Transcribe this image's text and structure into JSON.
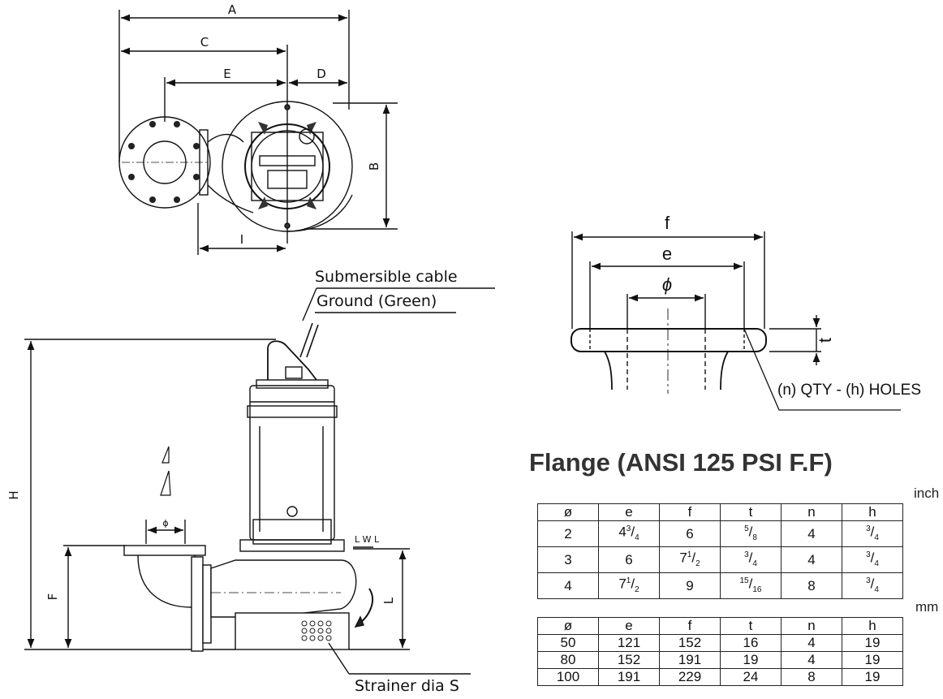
{
  "top_view": {
    "dims": {
      "a": "A",
      "b": "B",
      "c": "C",
      "d": "D",
      "e": "E",
      "i": "I"
    }
  },
  "side_view": {
    "labels": {
      "cable": "Submersible cable",
      "ground": "Ground (Green)",
      "strainer": "Strainer dia S",
      "lwl": "L W L"
    },
    "dims": {
      "h": "H",
      "f": "F",
      "l": "L",
      "phi": "ϕ"
    }
  },
  "flange_view": {
    "dims": {
      "f": "f",
      "e": "e",
      "phi": "ϕ",
      "t": "t"
    },
    "holes_label": "(n) QTY - (h) HOLES"
  },
  "flange_title": "Flange (ANSI 125 PSI F.F)",
  "table_inch": {
    "unit": "inch",
    "headers": [
      "ø",
      "e",
      "f",
      "t",
      "n",
      "h"
    ],
    "rows": [
      [
        {
          "w": "2"
        },
        {
          "w": "4",
          "n": "3",
          "d": "4"
        },
        {
          "w": "6"
        },
        {
          "n": "5",
          "d": "8"
        },
        {
          "w": "4"
        },
        {
          "n": "3",
          "d": "4"
        }
      ],
      [
        {
          "w": "3"
        },
        {
          "w": "6"
        },
        {
          "w": "7",
          "n": "1",
          "d": "2"
        },
        {
          "n": "3",
          "d": "4"
        },
        {
          "w": "4"
        },
        {
          "n": "3",
          "d": "4"
        }
      ],
      [
        {
          "w": "4"
        },
        {
          "w": "7",
          "n": "1",
          "d": "2"
        },
        {
          "w": "9"
        },
        {
          "n": "15",
          "d": "16"
        },
        {
          "w": "8"
        },
        {
          "n": "3",
          "d": "4"
        }
      ]
    ]
  },
  "table_mm": {
    "unit": "mm",
    "headers": [
      "ø",
      "e",
      "f",
      "t",
      "n",
      "h"
    ],
    "rows": [
      [
        "50",
        "121",
        "152",
        "16",
        "4",
        "19"
      ],
      [
        "80",
        "152",
        "191",
        "19",
        "4",
        "19"
      ],
      [
        "100",
        "191",
        "229",
        "24",
        "8",
        "19"
      ]
    ]
  }
}
